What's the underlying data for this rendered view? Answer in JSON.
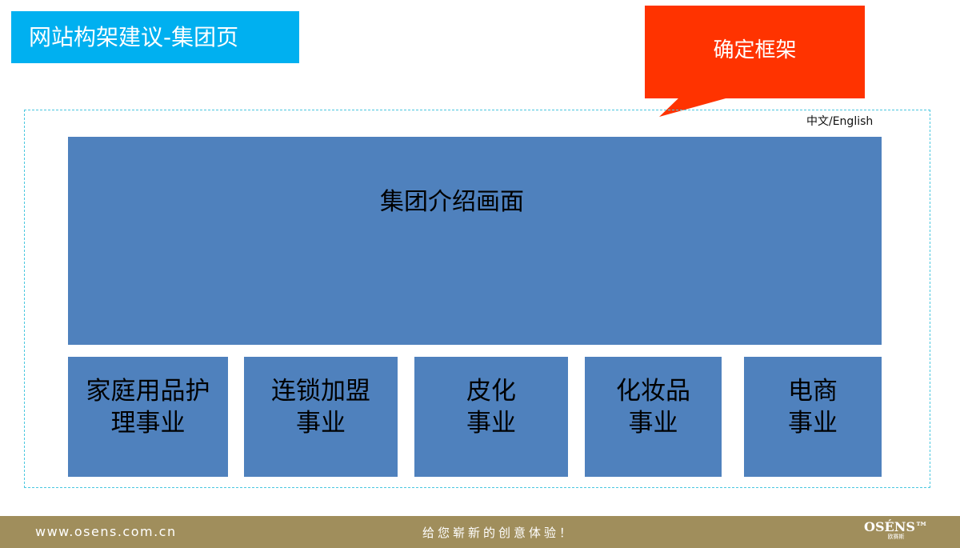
{
  "title": "网站构架建议-集团页",
  "callout": {
    "label": "确定框架",
    "color": "#ff3300"
  },
  "language_switch": "中文/English",
  "hero": {
    "label": "集团介绍画面",
    "color": "#4f81bd"
  },
  "businesses": [
    {
      "line1": "家庭用品护",
      "line2": "理事业"
    },
    {
      "line1": "连锁加盟",
      "line2": "事业"
    },
    {
      "line1": "皮化",
      "line2": "事业"
    },
    {
      "line1": "化妆品",
      "line2": "事业"
    },
    {
      "line1": "电商",
      "line2": "事业"
    }
  ],
  "footer": {
    "url": "www.osens.com.cn",
    "slogan": "给您崭新的创意体验！",
    "logo": "OSÉNS™",
    "logo_cn": "欧赛斯",
    "color": "#a08e5c"
  }
}
